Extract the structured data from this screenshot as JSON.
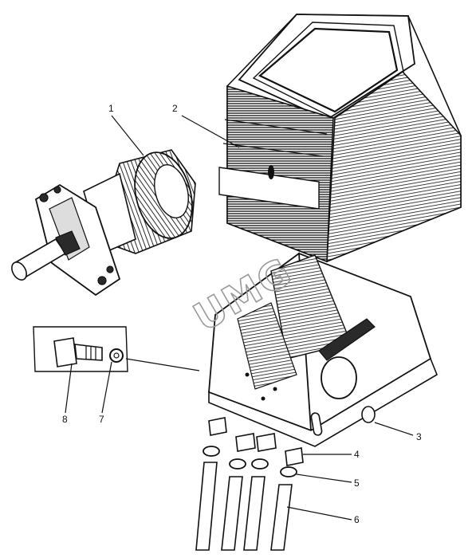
{
  "labels": {
    "l1": "1",
    "l2": "2",
    "l3": "3",
    "l4": "4",
    "l5": "5",
    "l6": "6",
    "l7": "7",
    "l8": "8"
  },
  "watermark": "UMG"
}
